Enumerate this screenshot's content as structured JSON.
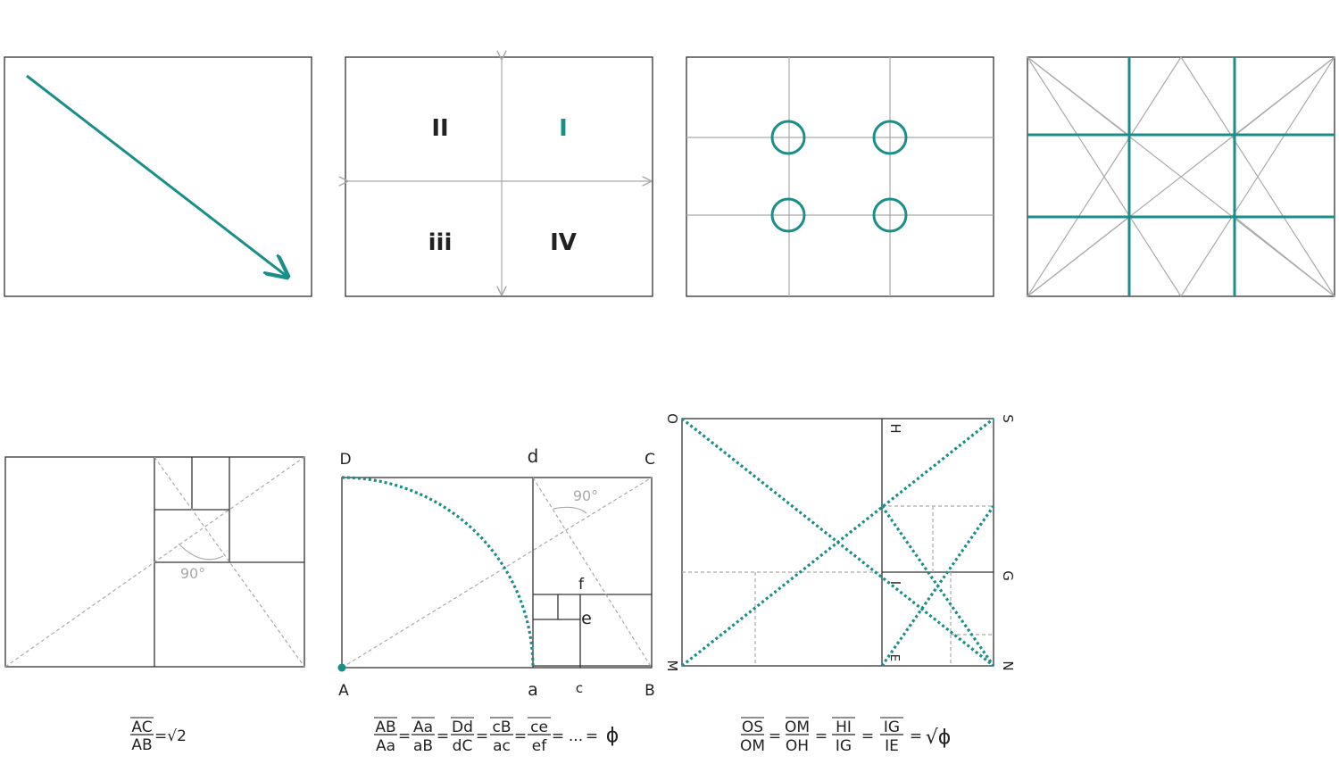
{
  "colors": {
    "teal": "#1a8f8a",
    "grey": "#aaaaaa",
    "outline": "#333333"
  },
  "quadrants": {
    "q1": "I",
    "q2": "II",
    "q3": "iii",
    "q4": "IV"
  },
  "angles": {
    "left": "90°",
    "middle": "90°"
  },
  "golden_points": {
    "A": "A",
    "B": "B",
    "C": "C",
    "D": "D",
    "a": "a",
    "c": "c",
    "d": "d",
    "e": "e",
    "f": "f"
  },
  "sqrt_phi_points": {
    "O": "O",
    "S": "S",
    "H": "H",
    "G": "G",
    "I": "I",
    "M": "M",
    "N": "N",
    "E": "E"
  },
  "formula_sqrt2": {
    "fractions": [
      {
        "num": "AC",
        "den": "AB"
      }
    ],
    "result": "=√2"
  },
  "formula_phi": {
    "fractions": [
      {
        "num": "AB",
        "den": "Aa"
      },
      {
        "num": "Aa",
        "den": "aB"
      },
      {
        "num": "Dd",
        "den": "dC"
      },
      {
        "num": "cB",
        "den": "ac"
      },
      {
        "num": "ce",
        "den": "ef"
      }
    ],
    "eq": "=",
    "dots": "...",
    "result": "ϕ"
  },
  "formula_sqrtphi": {
    "fractions": [
      {
        "num": "OS",
        "den": "OM"
      },
      {
        "num": "OM",
        "den": "OH"
      },
      {
        "num": "HI",
        "den": "IG"
      },
      {
        "num": "IG",
        "den": "IE"
      }
    ],
    "eq": "=",
    "result": "√ϕ"
  }
}
